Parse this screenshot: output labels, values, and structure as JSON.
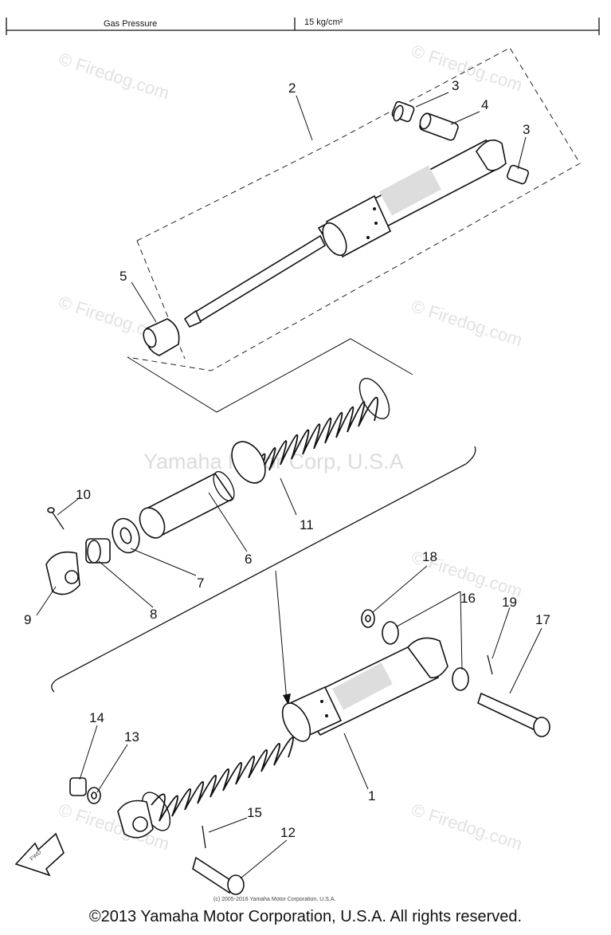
{
  "header": {
    "label": "Gas Pressure",
    "value": "15 kg/cm²"
  },
  "watermarks": {
    "site": "© Firedog.com",
    "corp": "Yamaha Motor Corp, U.S.A"
  },
  "callouts": [
    "1",
    "2",
    "3",
    "3",
    "4",
    "5",
    "6",
    "7",
    "8",
    "9",
    "10",
    "11",
    "12",
    "13",
    "14",
    "15",
    "16",
    "17",
    "18",
    "19"
  ],
  "fwd_label": "FWD",
  "small_copyright": "(c) 2005-2016 Yamaha Motor Corporation, U.S.A.",
  "copyright": "©2013 Yamaha Motor Corporation, U.S.A. All rights reserved."
}
